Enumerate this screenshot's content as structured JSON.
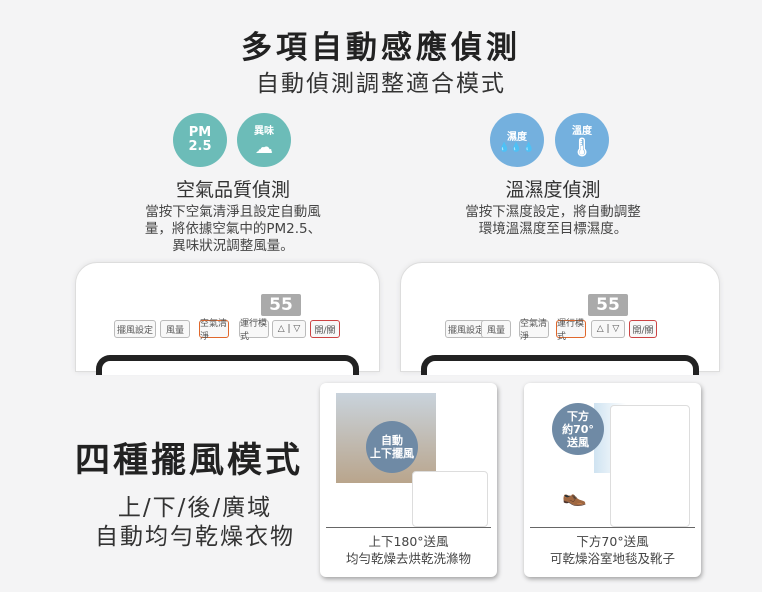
{
  "header": {
    "title": "多項自動感應偵測",
    "subtitle": "自動偵測調整適合模式"
  },
  "air_quality": {
    "icons": [
      {
        "name": "pm25-icon",
        "label": "PM 2.5"
      },
      {
        "name": "odor-icon",
        "label": "異味"
      }
    ],
    "title": "空氣品質偵測",
    "desc": [
      "當按下空氣清淨且設定自動風",
      "量，將依據空氣中的PM2.5、",
      "異味狀況調整風量。"
    ]
  },
  "temp_humidity": {
    "icons": [
      {
        "name": "humidity-icon",
        "label": "濕度"
      },
      {
        "name": "temperature-icon",
        "label": "溫度"
      }
    ],
    "title": "溫濕度偵測",
    "desc": [
      "當按下濕度設定，將自動調整",
      "環境溫濕度至目標濕度。"
    ]
  },
  "panel": {
    "buttons": [
      "擺風設定",
      "風量",
      "空氣清淨",
      "運行模式",
      "△ | ▽",
      "開/關"
    ],
    "display": "55"
  },
  "swing": {
    "title": "四種擺風模式",
    "lines": [
      "上/下/後/廣域",
      "自動均勻乾燥衣物"
    ]
  },
  "cards": [
    {
      "bubble": [
        "自動",
        "上下擺風"
      ],
      "caption": [
        "上下180°送風",
        "均勻乾燥去烘乾洗滌物"
      ]
    },
    {
      "bubble": [
        "下方",
        "約70°",
        "送風"
      ],
      "caption": [
        "下方70°送風",
        "可乾燥浴室地毯及靴子"
      ]
    }
  ],
  "colors": {
    "teal": "#6cbcb8",
    "blue": "#74b0de",
    "bubble": "#6f8aa5",
    "accent": "#e0672b"
  }
}
